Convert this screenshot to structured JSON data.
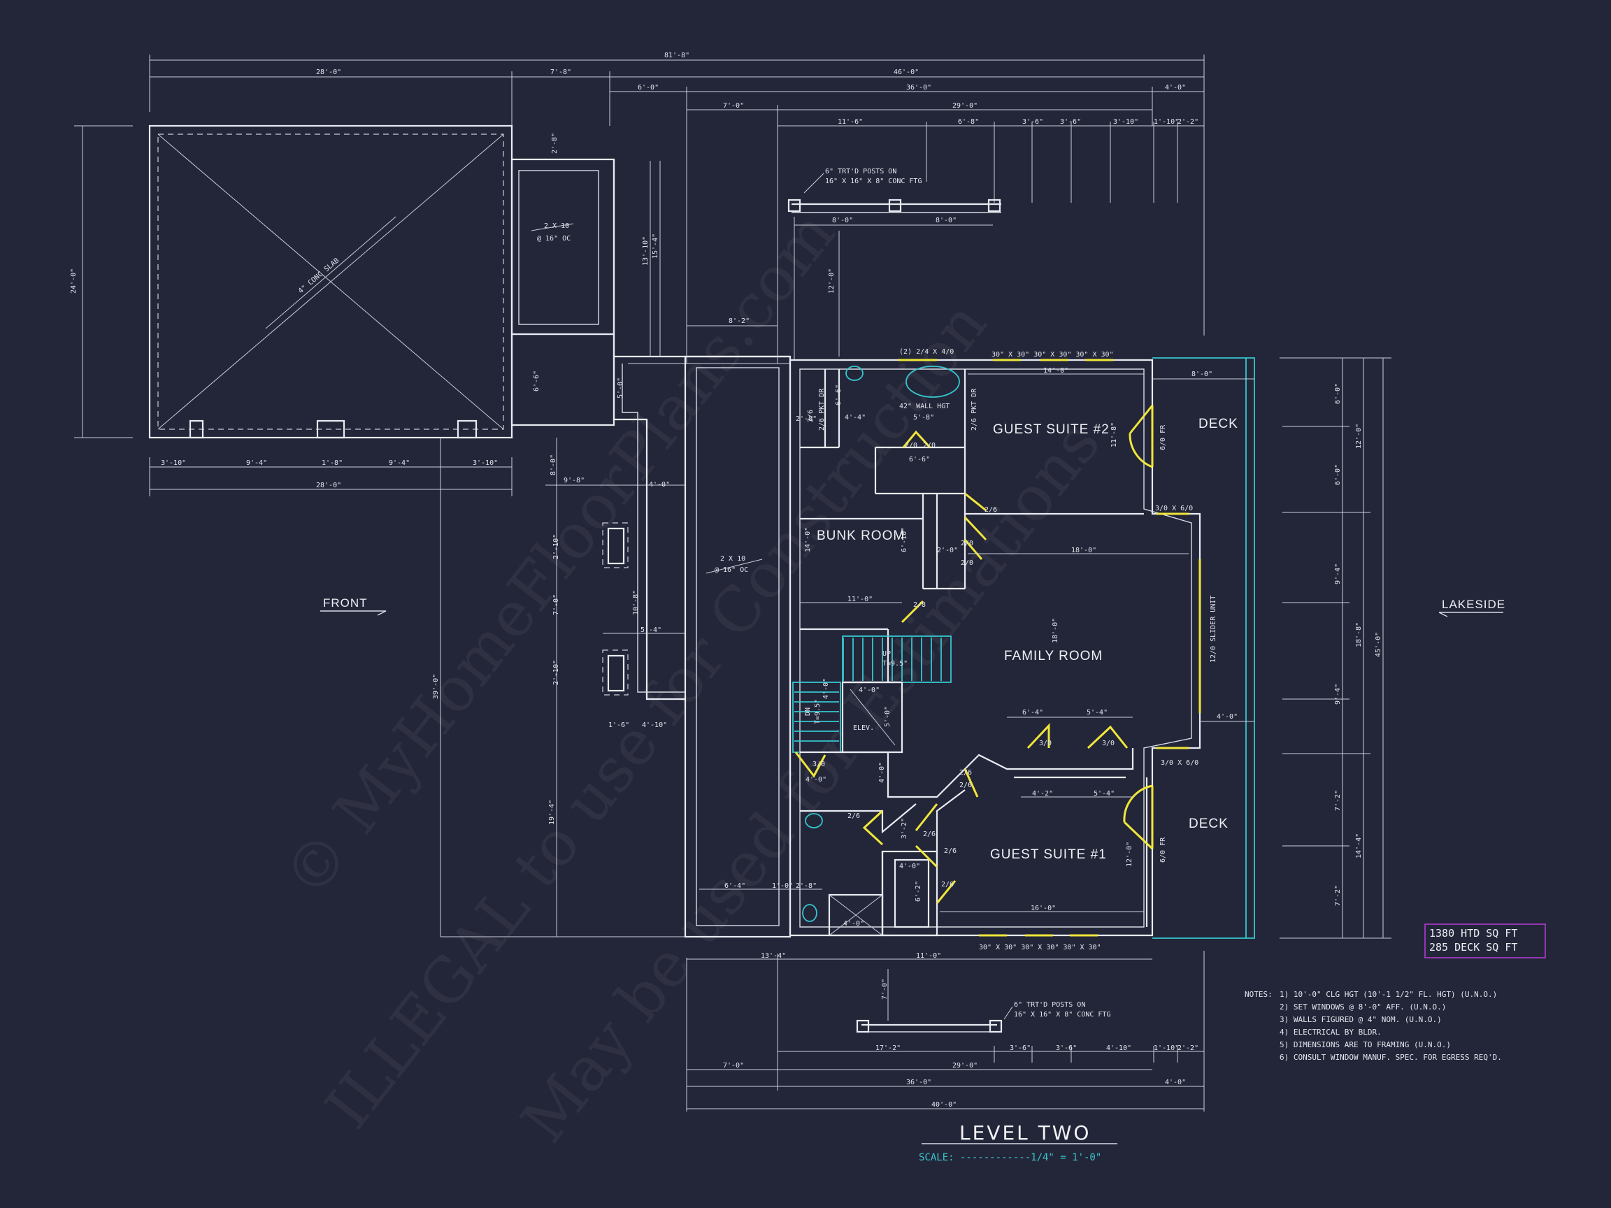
{
  "sheet": {
    "title": "LEVEL TWO",
    "scale": "SCALE: ------------1/4\" = 1'-0\"",
    "area": {
      "heated": "1380 HTD SQ FT",
      "deck": "285 DECK SQ FT"
    },
    "colors": {
      "background": "#232638",
      "linework": "#d7dbe6",
      "doors": "#f0e63a",
      "accent": "#35c6cf",
      "area_box": "#b13ad0"
    }
  },
  "watermark": {
    "line1": "© MyHomeFloorPlans.com",
    "line2": "ILLEGAL to use for Construction",
    "line3": "May be used for Estimations"
  },
  "rooms": {
    "guest2": "GUEST SUITE #2",
    "bunk": "BUNK ROOM",
    "family": "FAMILY ROOM",
    "guest1": "GUEST SUITE #1",
    "deck_top": "DECK",
    "deck_bottom": "DECK",
    "elev": "ELEV."
  },
  "orientation": {
    "front": "FRONT",
    "lakeside": "LAKESIDE"
  },
  "callouts": {
    "slab": "4\" CONC SLAB",
    "joist_upper_1": "2 X 10",
    "joist_upper_2": "@ 16\" OC",
    "joist_mid_1": "2 X 10",
    "joist_mid_2": "@ 16\" OC",
    "posts_top_1": "6\" TRT'D POSTS ON",
    "posts_top_2": "16\" X 16\" X 8\" CONC FTG",
    "posts_bot_1": "6\" TRT'D POSTS ON",
    "posts_bot_2": "16\" X 16\" X 8\" CONC FTG",
    "wall_hgt": "42\" WALL HGT",
    "up": "UP",
    "up_risers": "T=9.5\"",
    "dn": "DN",
    "dn_risers": "T=9.5\"",
    "slider": "12/0 SLIDER UNIT",
    "windows_top": "30\" X 30\"   30\" X 30\"   30\" X 30\"",
    "windows_bot": "30\" X 30\"   30\" X 30\"   30\" X 30\"",
    "win_24": "(2) 2/4 X 4/0",
    "win_3060_a": "3/0 X 6/0",
    "win_3060_b": "3/0 X 6/0",
    "fr_top": "6/0 FR",
    "fr_bot": "6/0 FR",
    "pkt_dr_1": "2/6 PKT DR",
    "pkt_dr_2": "2/6 PKT DR"
  },
  "doors": [
    "2/6",
    "2/0",
    "2/0",
    "2/6",
    "2/0",
    "2/0",
    "2/8",
    "3/0",
    "3/0",
    "2/6",
    "2/6",
    "2/6",
    "2/6",
    "3/0",
    "2/6",
    "2/6"
  ],
  "dims_top": {
    "overall": "81'-8\"",
    "a": "28'-0\"",
    "b": "7'-8\"",
    "c": "46'-0\"",
    "d": "6'-0\"",
    "e": "36'-0\"",
    "f": "4'-0\"",
    "g": "7'-0\"",
    "h": "29'-0\"",
    "i": "11'-6\"",
    "j": "6'-8\"",
    "k": "3'-6\"",
    "l": "3'-6\"",
    "m": "3'-10\"",
    "n": "1'-10\"",
    "o": "2'-2\"",
    "p": "8'-0\"",
    "q": "8'-0\"",
    "r": "12'-0\"",
    "s": "8'-2\"",
    "t": "13'-10\"",
    "u": "15'-4\"",
    "v": "2'-8\""
  },
  "dims_left": {
    "garage_h": "24'-0\"",
    "a": "3'-10\"",
    "b": "9'-4\"",
    "c": "1'-8\"",
    "d": "9'-4\"",
    "e": "3'-10\"",
    "f": "28'-0\"",
    "g": "39'-0\"",
    "h": "19'-4\"",
    "i": "9'-8\"",
    "j": "8'-0\"",
    "k": "4'-0\"",
    "l": "2'-10\"",
    "m": "7'-0\"",
    "n": "2'-10\"",
    "o": "10'-8\"",
    "p": "5'-4\"",
    "q": "1'-6\"",
    "r": "4'-10\"",
    "s": "6'-6\"",
    "t": "5'-0\""
  },
  "dims_interior": {
    "a": "14'-0\"",
    "b": "11'-8\"",
    "c": "18'-0\"",
    "d": "14'-0\"",
    "e": "11'-0\"",
    "f": "6'-10\"",
    "g": "6'-6\"",
    "h": "18'-0\"",
    "i": "6'-4\"",
    "j": "5'-4\"",
    "k": "4'-2\"",
    "l": "5'-4\"",
    "m": "16'-0\"",
    "n": "12'-0\"",
    "o": "4'-0\"",
    "p": "4'-0\"",
    "q": "6'-4\"",
    "r": "1'-0\"",
    "s": "2'-8\"",
    "t": "4'-0\"",
    "u": "6'-2\"",
    "v": "4'-0\"",
    "w": "5'-8\"",
    "x": "4'-4\"",
    "y": "2'-8\"",
    "z": "6'-6\"",
    "aa": "2'-0\"",
    "bb": "4'-0\"",
    "cc": "4'-0\"",
    "dd": "3'-2\"",
    "ee": "5'-0\""
  },
  "dims_right": {
    "a": "8'-0\"",
    "b": "6'-0\"",
    "c": "12'-0\"",
    "d": "6'-0\"",
    "e": "9'-4\"",
    "f": "18'-8\"",
    "g": "45'-0\"",
    "h": "9'-4\"",
    "i": "7'-2\"",
    "j": "14'-4\"",
    "k": "7'-2\"",
    "l": "4'-0\""
  },
  "dims_bottom": {
    "a": "13'-4\"",
    "b": "11'-0\"",
    "c": "7'-0\"",
    "d": "17'-2\"",
    "e": "3'-6\"",
    "f": "3'-6\"",
    "g": "4'-10\"",
    "h": "1'-10\"",
    "i": "2'-2\"",
    "j": "7'-0\"",
    "k": "29'-0\"",
    "l": "36'-0\"",
    "m": "4'-0\"",
    "n": "40'-0\""
  },
  "notes": {
    "head": "NOTES:",
    "n1": "1)  10'-0\" CLG HGT (10'-1 1/2\" FL. HGT) (U.N.O.)",
    "n2": "2)  SET WINDOWS @ 8'-0\" AFF.  (U.N.O.)",
    "n3": "3)  WALLS FIGURED @ 4\" NOM. (U.N.O.)",
    "n4": "4)  ELECTRICAL BY BLDR.",
    "n5": "5)  DIMENSIONS ARE TO FRAMING (U.N.O.)",
    "n6": "6)  CONSULT WINDOW MANUF. SPEC. FOR EGRESS REQ'D."
  }
}
